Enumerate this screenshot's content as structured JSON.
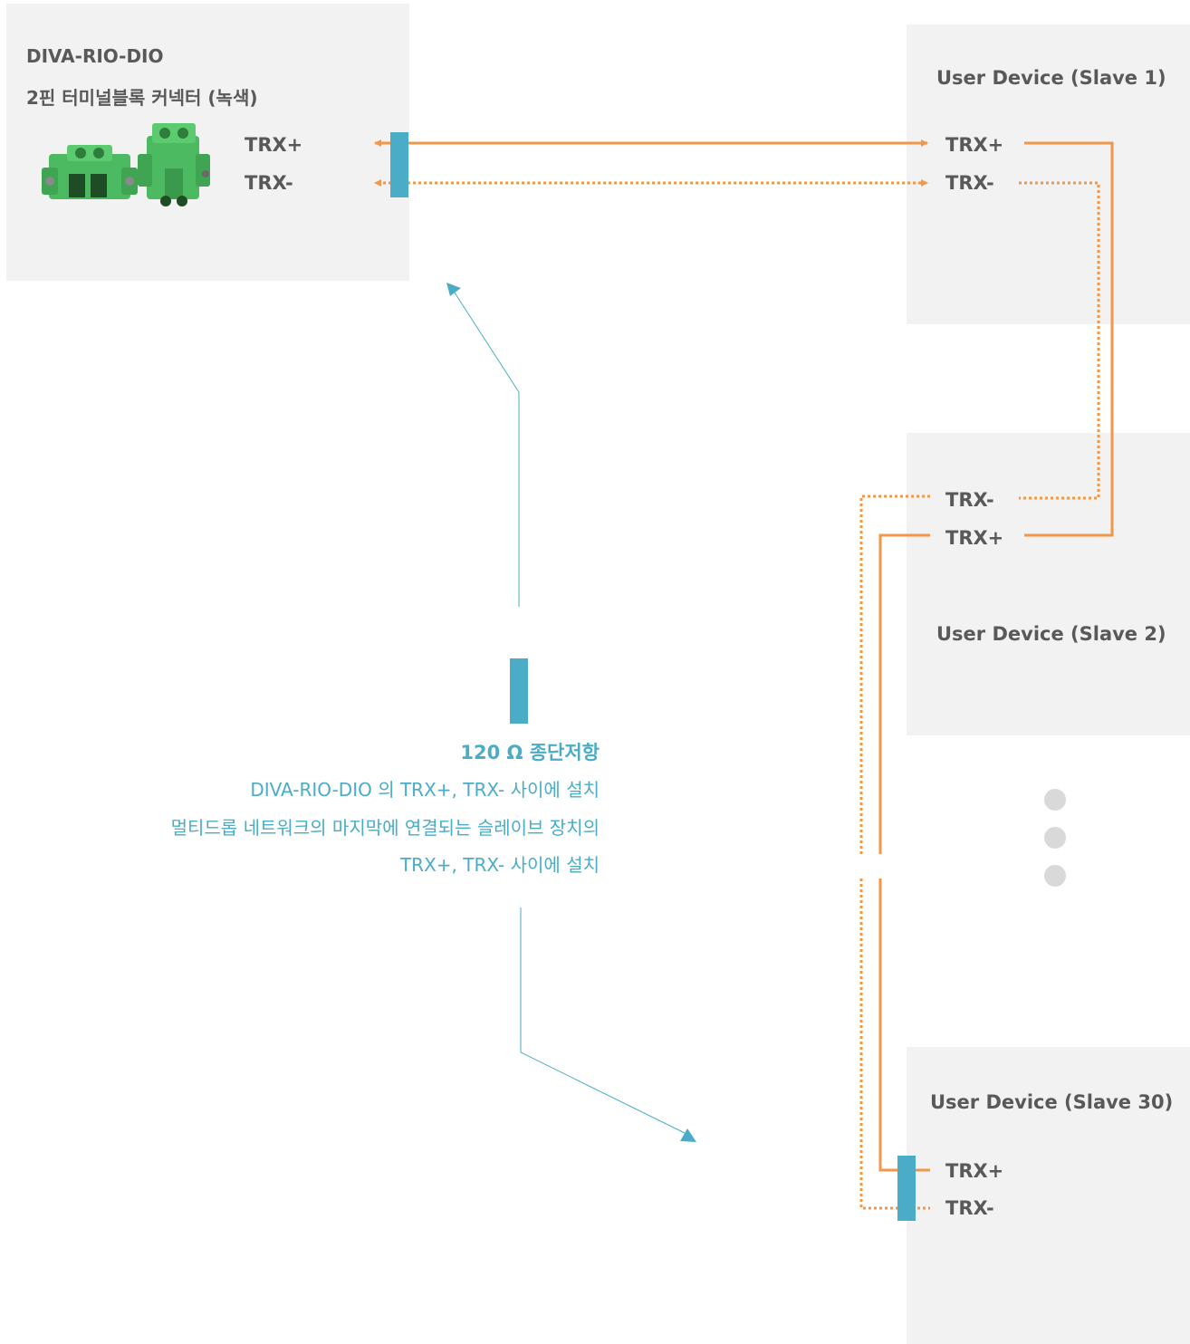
{
  "master": {
    "name": "DIVA-RIO-DIO",
    "connector": "2핀 터미널블록 커넥터 (녹색)",
    "pin_plus": "TRX+",
    "pin_minus": "TRX-"
  },
  "devices": [
    {
      "title": "User Device (Slave 1)",
      "pin_plus": "TRX+",
      "pin_minus": "TRX-"
    },
    {
      "title": "User Device (Slave 2)",
      "pin_plus": "TRX+",
      "pin_minus": "TRX-"
    },
    {
      "title": "User Device (Slave 30)",
      "pin_plus": "TRX+",
      "pin_minus": "TRX-"
    }
  ],
  "note": {
    "title": "120 Ω 종단저항",
    "line1": "DIVA-RIO-DIO 의 TRX+, TRX- 사이에 설치",
    "line2": "멀티드롭 네트워크의 마지막에 연결되는 슬레이브 장치의",
    "line3": "TRX+, TRX- 사이에 설치"
  },
  "colors": {
    "wire": "#f0974a",
    "resistor": "#4aacc6",
    "panel": "#f2f2f2",
    "text": "#595959",
    "dot": "#d9d9d9"
  }
}
